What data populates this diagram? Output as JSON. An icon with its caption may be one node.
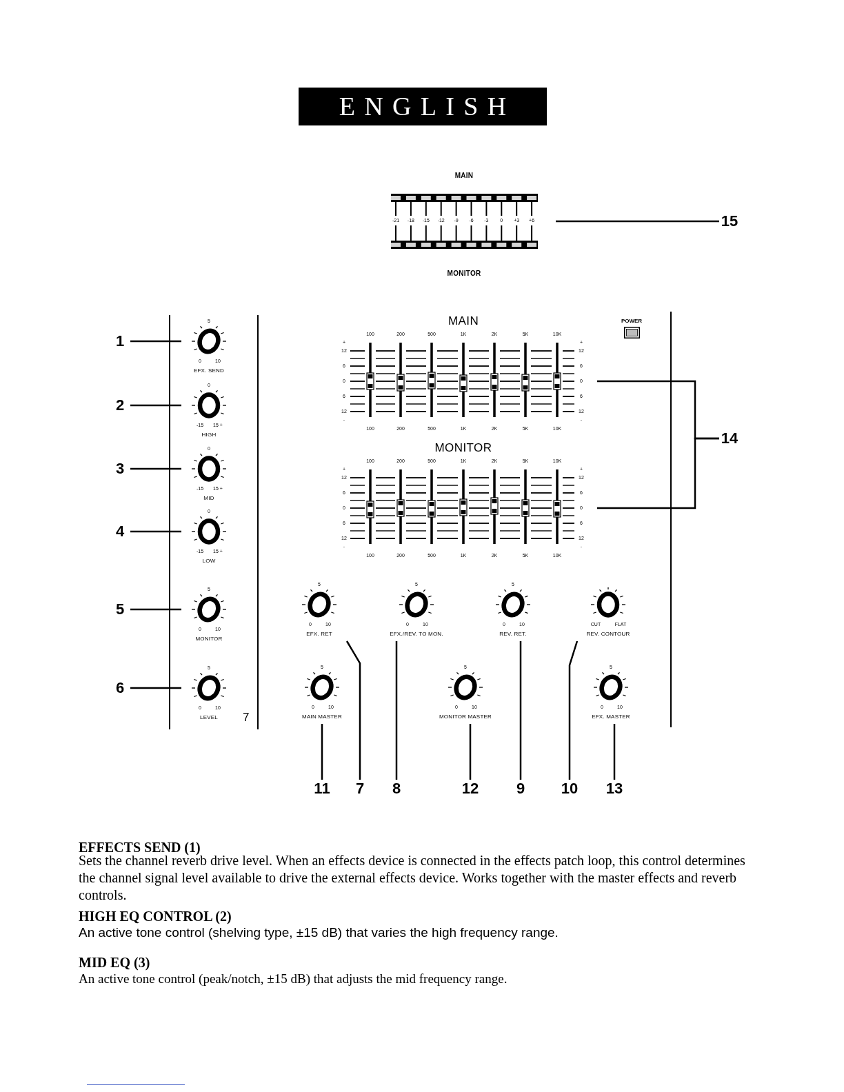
{
  "diagram": {
    "title": "ENGLISH",
    "nodes": [
      {
        "text": [
          "MAIN",
          "-21",
          "-18",
          "-15",
          "-12",
          "-9",
          "-6",
          "-3",
          "0",
          "+3",
          "+6",
          "MONITOR"
        ]
      },
      {
        "text": [
          "15"
        ]
      },
      {
        "text": [
          "1"
        ]
      },
      {
        "text": [
          "5",
          "0",
          "10",
          "EFX. SEND"
        ]
      },
      {
        "text": [
          "MAIN",
          "100",
          "200",
          "500",
          "1K",
          "2K",
          "5K",
          "10K",
          "100",
          "200",
          "500",
          "1K",
          "2K",
          "5K",
          "10K",
          "+",
          "12",
          "6",
          "0",
          "6",
          "12",
          "-",
          "+",
          "12",
          "6",
          "0",
          "6",
          "12",
          "-"
        ]
      },
      {
        "text": [
          "14"
        ]
      },
      {
        "text": [
          "2"
        ]
      },
      {
        "text": [
          "0",
          "-15",
          "15 +",
          "HIGH"
        ]
      },
      {
        "text": [
          "MONITOR",
          "100",
          "200",
          "500",
          "1K",
          "2K",
          "5K",
          "10K",
          "100",
          "200",
          "500",
          "1K",
          "2K",
          "5K",
          "10K",
          "+",
          "12",
          "6",
          "0",
          "6",
          "12",
          "-",
          "+",
          "12",
          "6",
          "0",
          "6",
          "12",
          "-"
        ]
      },
      {
        "text": [
          "3"
        ]
      },
      {
        "text": [
          "0",
          "-15",
          "15 +",
          "MID"
        ]
      },
      {
        "text": [
          "4"
        ]
      },
      {
        "text": [
          "0",
          "-15",
          "15 +",
          "LOW"
        ]
      },
      {
        "text": [
          "5"
        ]
      },
      {
        "text": [
          "5",
          "0",
          "10",
          "MONITOR"
        ]
      },
      {
        "text": [
          "5",
          "0",
          "10",
          "EFX. RET"
        ]
      },
      {
        "text": [
          "5",
          "0",
          "10",
          "EFX./REV. TO MON."
        ]
      },
      {
        "text": [
          "5",
          "0",
          "10",
          "REV. RET."
        ]
      },
      {
        "text": [
          "CUT",
          "FLAT",
          "REV. CONTOUR"
        ]
      },
      {
        "text": [
          "6"
        ]
      },
      {
        "text": [
          "5",
          "0",
          "10",
          "LEVEL"
        ]
      },
      {
        "text": [
          "5",
          "0",
          "10",
          "MAIN MASTER"
        ]
      },
      {
        "text": [
          "5",
          "0",
          "10",
          "MONITOR MASTER"
        ]
      },
      {
        "text": [
          "5",
          "0",
          "10",
          "EFX. MASTER"
        ]
      },
      {
        "text": [
          "11"
        ]
      },
      {
        "text": [
          "7"
        ]
      },
      {
        "text": [
          "8"
        ]
      },
      {
        "text": [
          "12"
        ]
      },
      {
        "text": [
          "9"
        ]
      },
      {
        "text": [
          "10"
        ]
      },
      {
        "text": [
          "13"
        ]
      }
    ],
    "edges": [
      {
        "from": 1,
        "to": 0,
        "arrow": "none"
      },
      {
        "from": 2,
        "to": 3,
        "arrow": "none"
      },
      {
        "from": 5,
        "to": 4,
        "arrow": "none"
      },
      {
        "from": 5,
        "to": 8,
        "arrow": "none"
      },
      {
        "from": 6,
        "to": 7,
        "arrow": "none"
      },
      {
        "from": 9,
        "to": 10,
        "arrow": "none"
      },
      {
        "from": 11,
        "to": 12,
        "arrow": "none"
      },
      {
        "from": 13,
        "to": 14,
        "arrow": "none"
      },
      {
        "from": 19,
        "to": 20,
        "arrow": "none"
      },
      {
        "from": 24,
        "to": 21,
        "arrow": "none"
      },
      {
        "from": 25,
        "to": 15,
        "arrow": "none"
      },
      {
        "from": 26,
        "to": 16,
        "arrow": "none"
      },
      {
        "from": 27,
        "to": 22,
        "arrow": "none"
      },
      {
        "from": 28,
        "to": 17,
        "arrow": "none"
      },
      {
        "from": 29,
        "to": 18,
        "arrow": "none"
      },
      {
        "from": 30,
        "to": 23,
        "arrow": "none"
      }
    ],
    "labels": [
      "POWER",
      "7",
      "EFFECTS SEND (1)",
      "Sets the channel reverb drive level. When an effects device is connected in the effects patch loop, this control determines the channel signal level available to drive the external effects device. Works together with the master effects and reverb controls.",
      "HIGH EQ CONTROL (2)",
      "An active tone control (shelving type, ±15 dB) that varies the high frequency range.",
      "MID EQ (3)",
      "An active tone control (peak/notch, ±15 dB) that adjusts the mid frequency range."
    ]
  }
}
